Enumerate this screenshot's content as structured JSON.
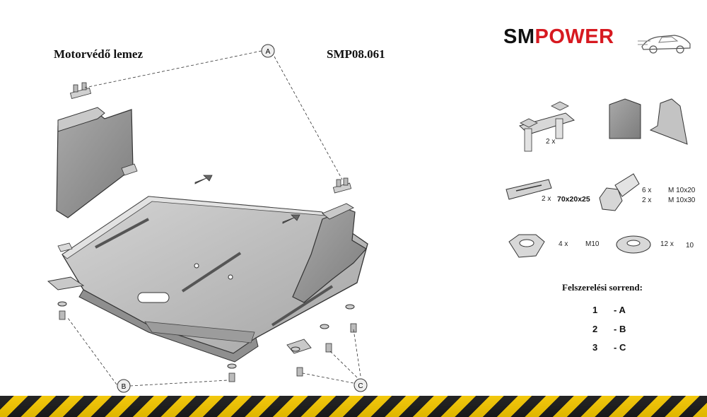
{
  "header": {
    "left_title": "Motorvédő lemez",
    "part_code": "SMP08.061"
  },
  "brand": {
    "prefix": "SM",
    "suffix": "POWER",
    "prefix_color": "#111111",
    "suffix_color": "#d71920"
  },
  "callouts": [
    "A",
    "B",
    "C"
  ],
  "parts": {
    "bracket_qty": "2 x",
    "plate_qty": "2 x",
    "plate_size": "70x20x25",
    "bolt_qty_1": "6 x",
    "bolt_size_1": "M 10x20",
    "bolt_qty_2": "2 x",
    "bolt_size_2": "M 10x30",
    "nut_qty": "4 x",
    "nut_size": "M10",
    "washer_qty": "12 x",
    "washer_size": "10"
  },
  "sequence": {
    "title": "Felszerelési sorrend:",
    "steps": [
      {
        "num": "1",
        "label": "- A"
      },
      {
        "num": "2",
        "label": "- B"
      },
      {
        "num": "3",
        "label": "- C"
      }
    ]
  },
  "colors": {
    "metal": "#b9b9b9",
    "stripe_dark": "#1a1a1a",
    "stripe_yellow": "#f2c500"
  }
}
